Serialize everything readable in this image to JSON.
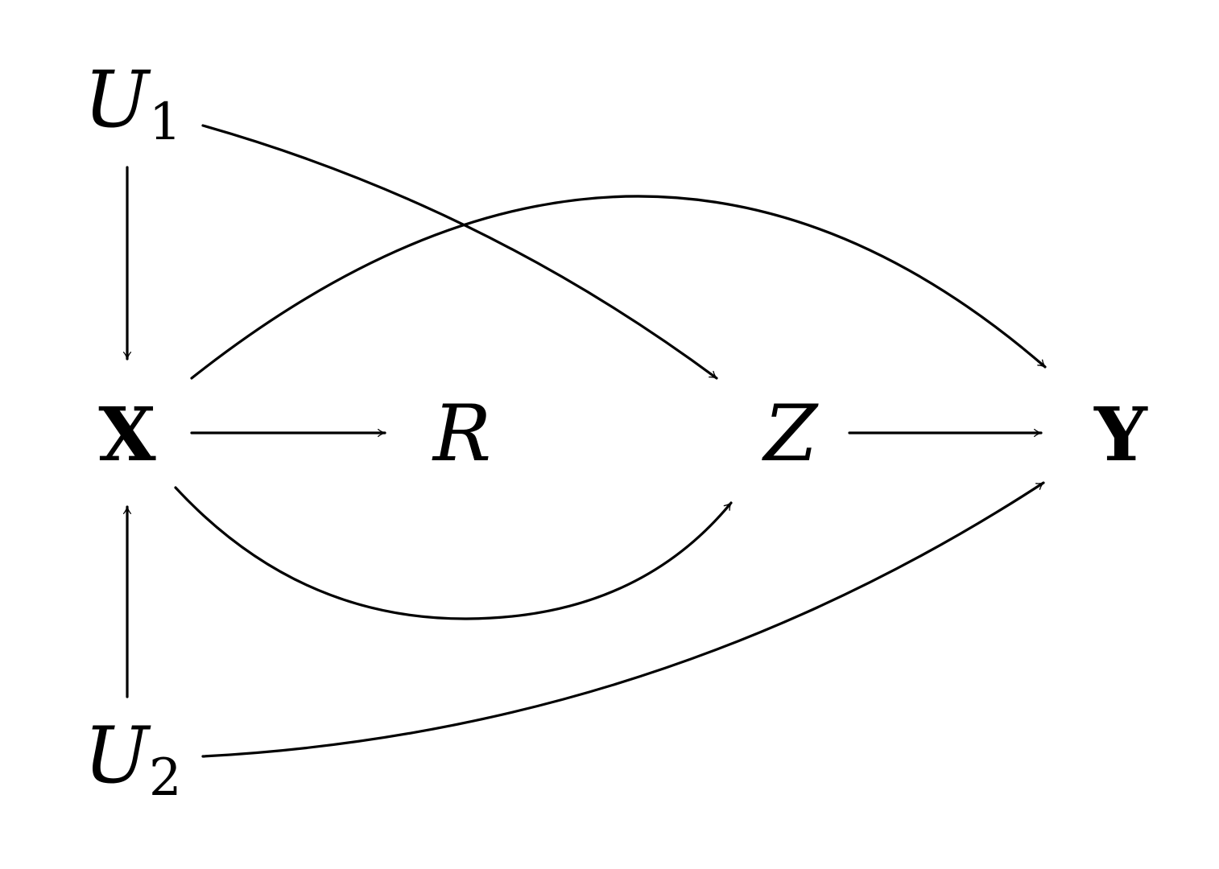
{
  "diagram": {
    "nodes": [
      {
        "id": "U1",
        "label": "U",
        "subscript": "1",
        "style": "italic"
      },
      {
        "id": "X",
        "label": "X",
        "subscript": "",
        "style": "bold"
      },
      {
        "id": "R",
        "label": "R",
        "subscript": "",
        "style": "italic"
      },
      {
        "id": "Z",
        "label": "Z",
        "subscript": "",
        "style": "italic"
      },
      {
        "id": "Y",
        "label": "Y",
        "subscript": "",
        "style": "bold"
      },
      {
        "id": "U2",
        "label": "U",
        "subscript": "2",
        "style": "italic"
      }
    ],
    "edges": [
      {
        "from": "U1",
        "to": "X"
      },
      {
        "from": "U1",
        "to": "Z"
      },
      {
        "from": "X",
        "to": "Y"
      },
      {
        "from": "X",
        "to": "R"
      },
      {
        "from": "X",
        "to": "Z"
      },
      {
        "from": "Z",
        "to": "Y"
      },
      {
        "from": "U2",
        "to": "X"
      },
      {
        "from": "U2",
        "to": "Y"
      }
    ],
    "colors": {
      "stroke": "#000000",
      "background": "#ffffff"
    }
  }
}
